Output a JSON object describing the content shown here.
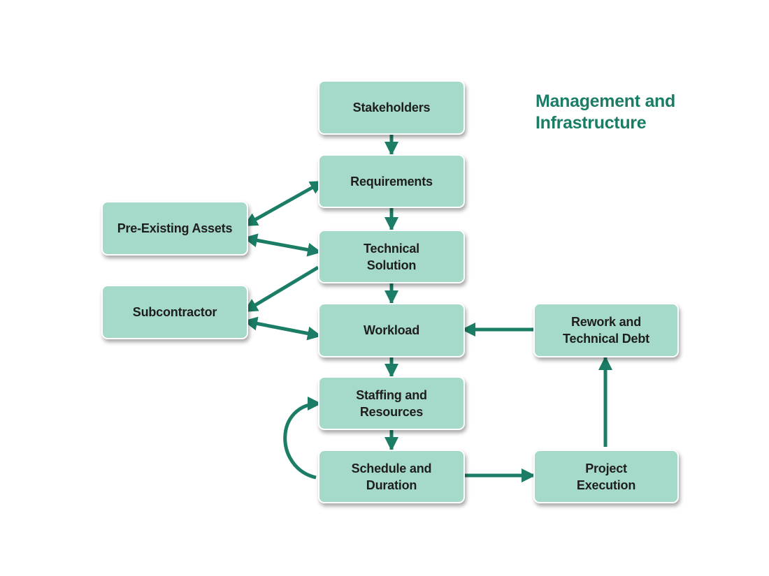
{
  "title": "Management and\nInfrastructure",
  "colors": {
    "node_fill": "#a5d9c9",
    "arrow": "#1b7d65",
    "title": "#1b7d65"
  },
  "nodes": {
    "stakeholders": "Stakeholders",
    "requirements": "Requirements",
    "pre_existing_assets": "Pre-Existing Assets",
    "technical_solution": "Technical\nSolution",
    "subcontractor": "Subcontractor",
    "workload": "Workload",
    "rework": "Rework and\nTechnical Debt",
    "staffing": "Staffing and\nResources",
    "schedule": "Schedule and\nDuration",
    "project_execution": "Project\nExecution"
  },
  "edges": [
    {
      "from": "Stakeholders",
      "to": "Requirements"
    },
    {
      "from": "Requirements",
      "to": "Technical Solution"
    },
    {
      "from": "Technical Solution",
      "to": "Workload"
    },
    {
      "from": "Workload",
      "to": "Staffing and Resources"
    },
    {
      "from": "Staffing and Resources",
      "to": "Schedule and Duration"
    },
    {
      "from": "Schedule and Duration",
      "to": "Staffing and Resources"
    },
    {
      "from": "Schedule and Duration",
      "to": "Project Execution"
    },
    {
      "from": "Project Execution",
      "to": "Rework and Technical Debt"
    },
    {
      "from": "Rework and Technical Debt",
      "to": "Workload"
    },
    {
      "from": "Requirements",
      "to": "Pre-Existing Assets",
      "bidirectional": true
    },
    {
      "from": "Technical Solution",
      "to": "Pre-Existing Assets",
      "bidirectional": true
    },
    {
      "from": "Technical Solution",
      "to": "Subcontractor"
    },
    {
      "from": "Workload",
      "to": "Subcontractor",
      "bidirectional": true
    }
  ]
}
